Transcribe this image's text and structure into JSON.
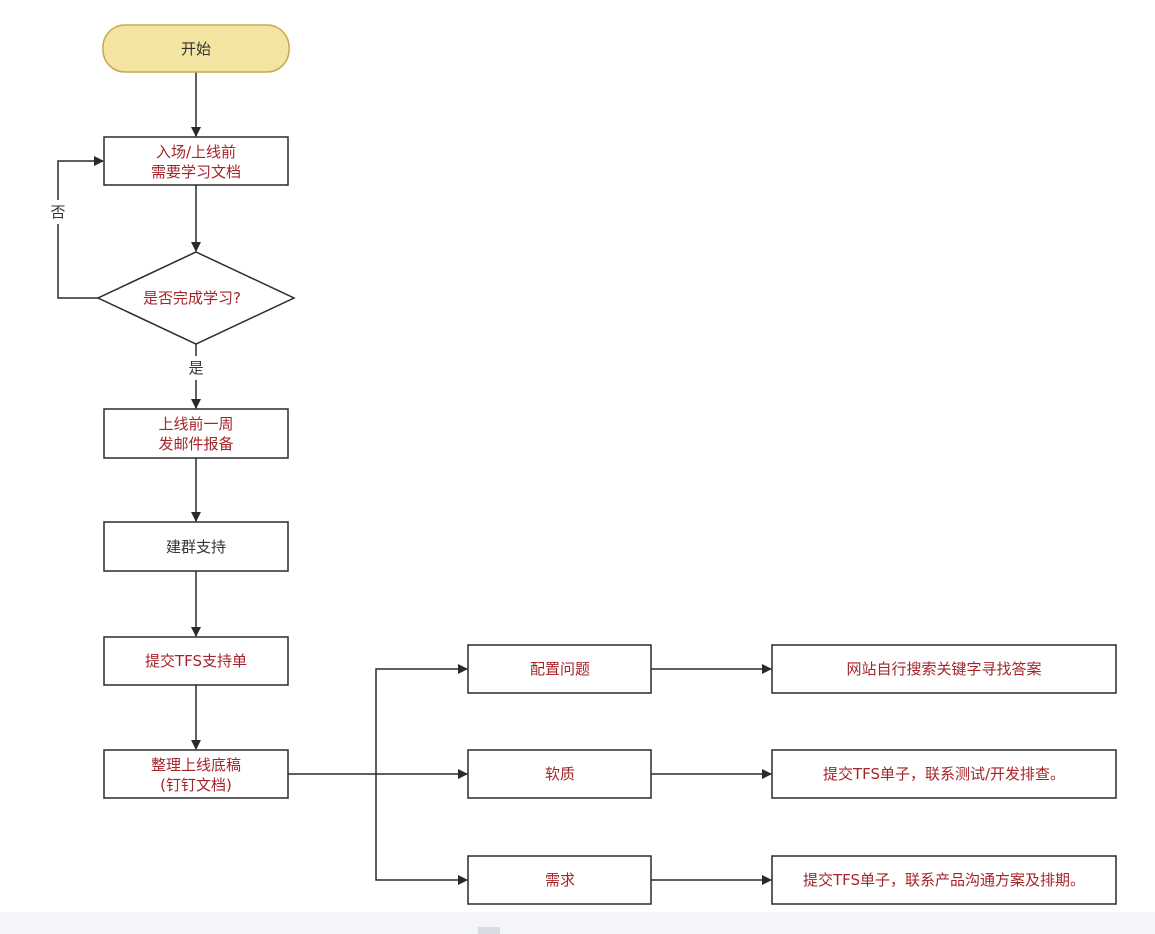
{
  "nodes": {
    "start": "开始",
    "study_docs": [
      "入场/上线前",
      "需要学习文档"
    ],
    "decision": "是否完成学习?",
    "email_report": [
      "上线前一周",
      "发邮件报备"
    ],
    "build_group": "建群支持",
    "submit_tfs": "提交TFS支持单",
    "organize_draft": [
      "整理上线底稿",
      "(钉钉文档)"
    ],
    "config_issue": "配置问题",
    "config_solution": "网站自行搜索关键字寻找答案",
    "software_quality": "软质",
    "quality_solution": "提交TFS单子，联系测试/开发排查。",
    "requirement": "需求",
    "requirement_solution": "提交TFS单子，联系产品沟通方案及排期。"
  },
  "edge_labels": {
    "no": "否",
    "yes": "是"
  },
  "colors": {
    "start_fill": "#f4e4a1",
    "start_stroke": "#c9a94e",
    "text_red": "#a5242a",
    "text_dark": "#333333",
    "line": "#2a2a2a"
  }
}
